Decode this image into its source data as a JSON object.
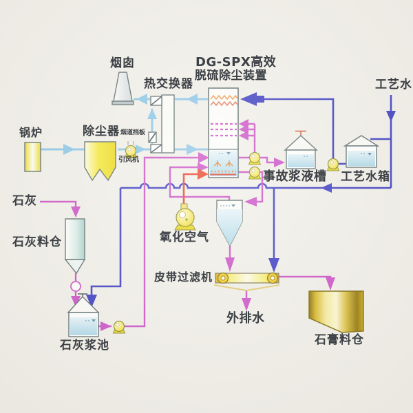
{
  "title": {
    "line1": "DG-SPX高效",
    "line2": "脱硫除尘装置"
  },
  "labels": {
    "chimney": "烟囱",
    "heat_exchanger": "热交换器",
    "boiler": "锅炉",
    "dust_collector": "除尘器",
    "flue_damper": "烟道挡板",
    "induced_draft_fan": "引风机",
    "lime": "石灰",
    "lime_silo": "石灰料仓",
    "oxidation_air": "氧化空气",
    "belt_filter": "皮带过滤机",
    "lime_slurry_tank": "石灰浆池",
    "accident_slurry_tank": "事故浆液槽",
    "process_water_tank": "工艺水箱",
    "process_water": "工艺水",
    "external_drain": "外排水",
    "gypsum_silo": "石膏料仓"
  },
  "colors": {
    "flue_gas": "#8cc6e6",
    "process_water": "#3c3cc2",
    "slurry": "#cc52c6",
    "oxidation_air": "#e8432a",
    "equipment_yellow": "#f6ea32",
    "water_fill": "#cfe9f2",
    "gypsum_gold": "#c8a416",
    "outline": "#5f6e6e",
    "label_text": "#3d4146",
    "background": "#f1efe8",
    "demister_orange": "#f09a50"
  }
}
